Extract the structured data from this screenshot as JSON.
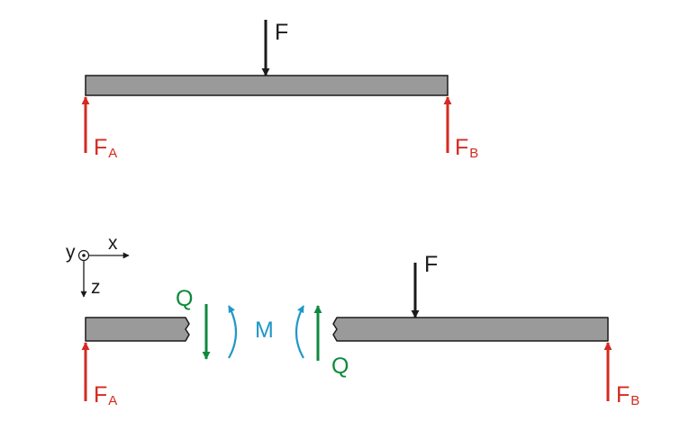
{
  "colors": {
    "beam_fill": "#9a9a9a",
    "beam_stroke": "#1a1a1a",
    "applied_force": "#1a1a1a",
    "reaction_force": "#d42a20",
    "shear_force": "#0e8a3c",
    "moment": "#1f97c8"
  },
  "labels": {
    "top_load": "F",
    "top_reaction_a": "F",
    "top_reaction_a_sub": "A",
    "top_reaction_b": "F",
    "top_reaction_b_sub": "B",
    "coord_y": "y",
    "coord_x": "x",
    "coord_z": "z",
    "bottom_load": "F",
    "shear_left": "Q",
    "shear_right": "Q",
    "moment": "M",
    "bottom_reaction_a": "F",
    "bottom_reaction_a_sub": "A",
    "bottom_reaction_b": "F",
    "bottom_reaction_b_sub": "B"
  }
}
